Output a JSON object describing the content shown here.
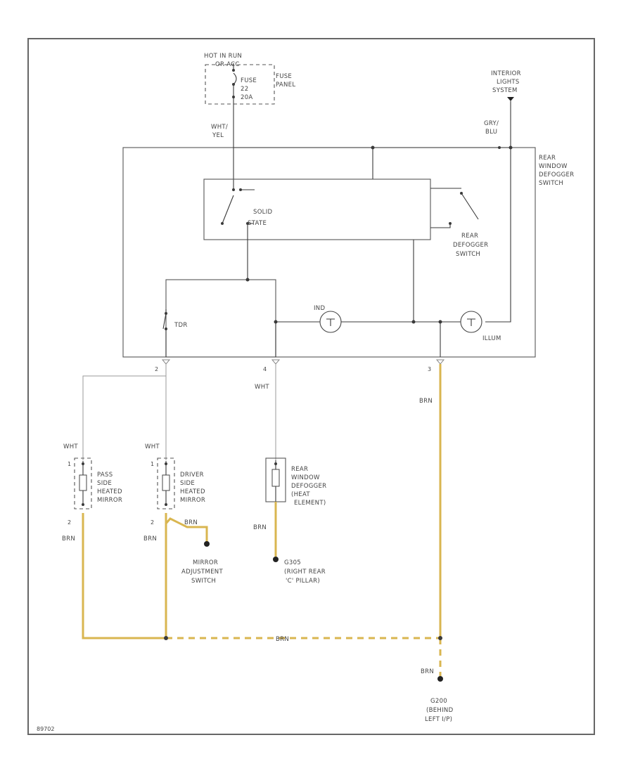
{
  "labels": {
    "hot_in_run": "HOT IN RUN",
    "hot_in_run_2": "OR ACC",
    "fuse": "FUSE",
    "fuse_num": "22",
    "fuse_amp": "20A",
    "fuse_panel": "FUSE",
    "fuse_panel_2": "PANEL",
    "interior_lights": "INTERIOR",
    "interior_lights_2": "LIGHTS",
    "interior_lights_3": "SYSTEM",
    "wht_yel": "WHT/",
    "wht_yel_2": "YEL",
    "gry_blu": "GRY/",
    "gry_blu_2": "BLU",
    "rear_window": "REAR",
    "rear_window_2": "WINDOW",
    "rear_window_3": "DEFOGGER",
    "rear_window_4": "SWITCH",
    "solid_state": "SOLID",
    "solid_state_2": "STATE",
    "rear_defogger": "REAR",
    "rear_defogger_2": "DEFOGGER",
    "rear_defogger_3": "SWITCH",
    "ind": "IND",
    "illum": "ILLUM",
    "tdr": "TDR",
    "pin_left": "2",
    "pin_mid": "4",
    "pin_right": "3",
    "wht_a": "WHT",
    "wht_b": "WHT",
    "wht_c": "WHT",
    "brn_a": "BRN",
    "brn_b": "BRN",
    "brn_c": "BRN",
    "brn_d": "BRN",
    "brn_e": "BRN",
    "brn_f": "BRN",
    "brn_g": "BRN",
    "pass_mirror": "PASS",
    "pass_mirror_2": "SIDE",
    "pass_mirror_3": "HEATED",
    "pass_mirror_4": "MIRROR",
    "driver_mirror": "DRIVER",
    "driver_mirror_2": "SIDE",
    "driver_mirror_3": "HEATED",
    "driver_mirror_4": "MIRROR",
    "rear_element": "REAR",
    "rear_element_2": "WINDOW",
    "rear_element_3": "DEFOGGER",
    "rear_element_4": "(HEAT",
    "rear_element_5": "ELEMENT)",
    "pin_pass_top": "1",
    "pin_pass_bot": "2",
    "pin_drv_top": "1",
    "pin_drv_bot": "2",
    "mirror_adjust": "MIRROR",
    "mirror_adjust_2": "ADJUSTMENT",
    "mirror_adjust_3": "SWITCH",
    "g305": "G305",
    "g305_2": "(RIGHT REAR",
    "g305_3": "'C' PILLAR)",
    "g200": "G200",
    "g200_2": "(BEHIND",
    "g200_3": "LEFT I/P)",
    "footer_code": "89702"
  }
}
